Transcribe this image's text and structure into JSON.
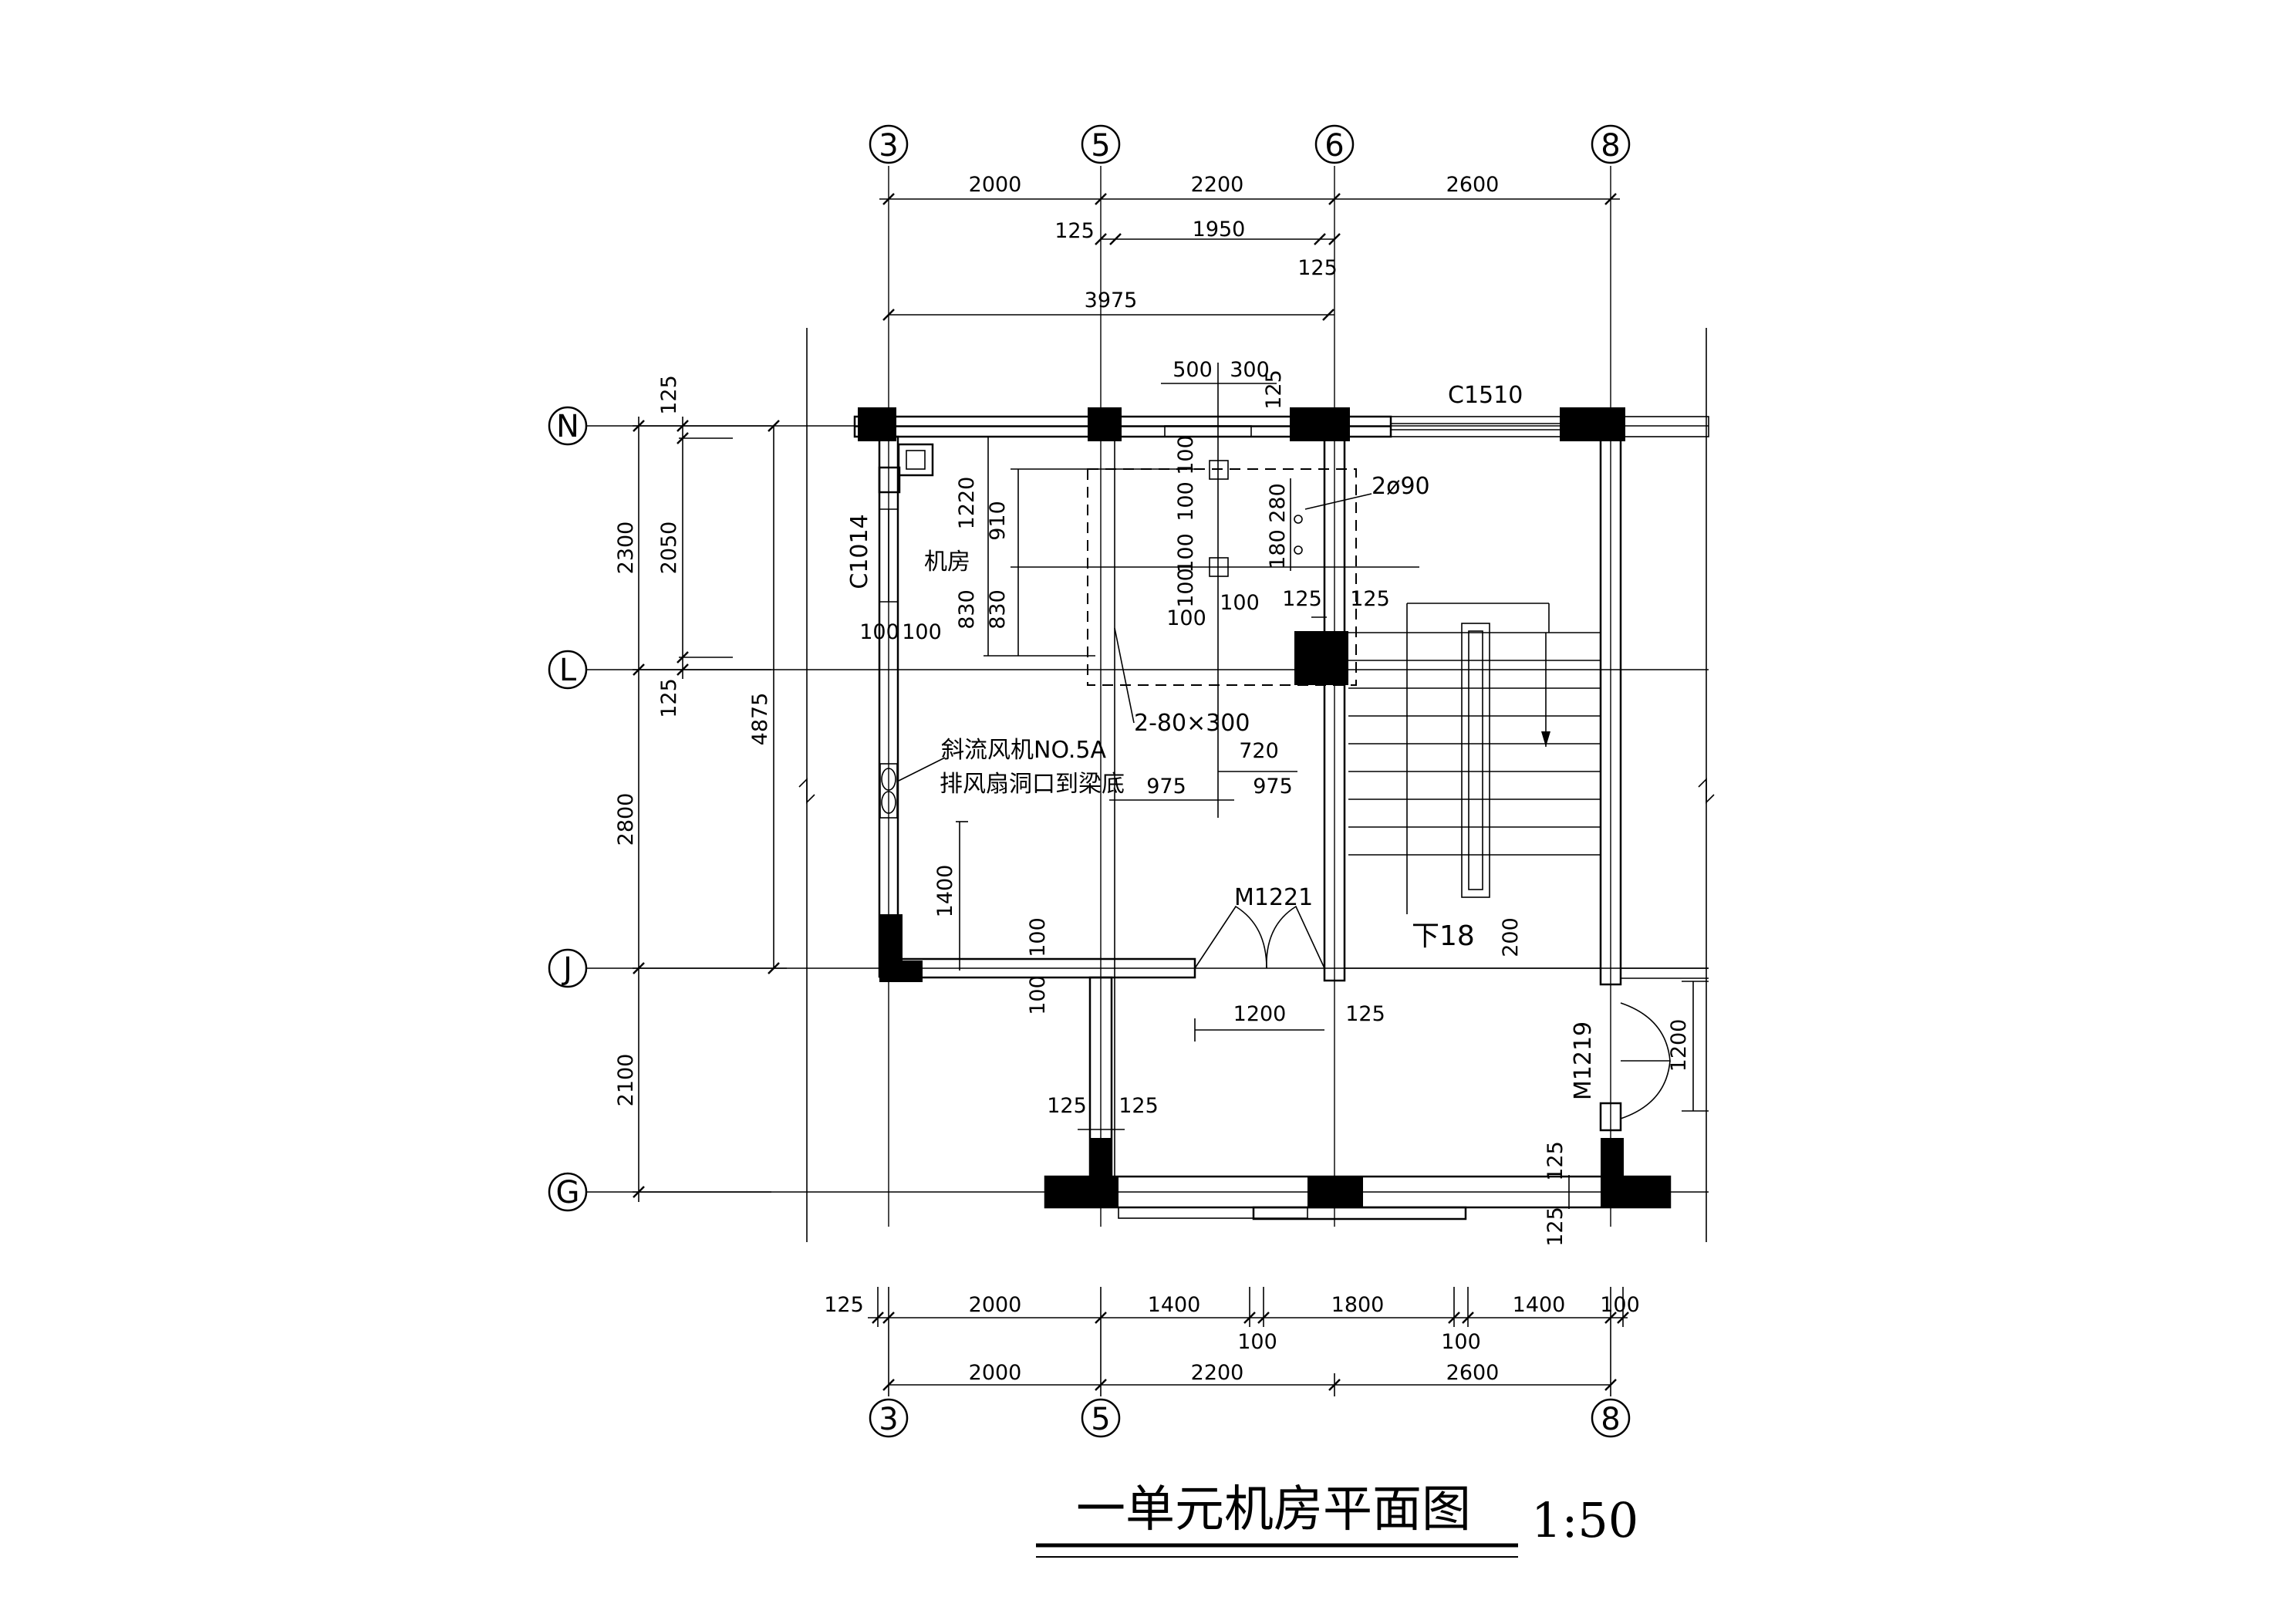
{
  "drawing": {
    "title": "一单元机房平面图",
    "scale": "1:50"
  },
  "axes": {
    "top": [
      "3",
      "5",
      "6",
      "8"
    ],
    "bottom": [
      "3",
      "5",
      "8"
    ],
    "left": [
      "N",
      "L",
      "J",
      "G"
    ]
  },
  "dims": {
    "top_row1": [
      "2000",
      "2200",
      "2600"
    ],
    "top_row2": [
      "125",
      "1950",
      "125"
    ],
    "top_row3": "3975",
    "bottom_row1": [
      "125",
      "2000",
      "1400",
      "1800",
      "1400",
      "100"
    ],
    "bottom_row2": [
      "100",
      "100"
    ],
    "bottom_row3": [
      "2000",
      "2200",
      "2600"
    ],
    "left_outer": [
      "2300",
      "2800",
      "2100"
    ],
    "left_inner": [
      "125",
      "2050",
      "125"
    ],
    "left_total": "4875",
    "interior": {
      "d500": "500",
      "d300": "300",
      "d125a": "125",
      "d1220": "1220",
      "d910": "910",
      "d830a": "830",
      "d830b": "830",
      "d100a": "100",
      "d100b": "100",
      "d100c": "100",
      "d100d": "100",
      "d100e": "100",
      "d100f": "100",
      "d100g": "100",
      "d280": "280",
      "d180": "180",
      "d125b": "125",
      "d125c": "125",
      "d720": "720",
      "d975a": "975",
      "d975b": "975",
      "d1400": "1400",
      "d100h": "100",
      "d100i": "100",
      "d100j": "100",
      "d1200a": "1200",
      "d125d": "125",
      "d125e": "125",
      "d125f": "125",
      "d200": "200",
      "d1200b": "1200",
      "d125g": "125",
      "d125h": "125"
    }
  },
  "labels": {
    "window_n": "C1510",
    "window_w": "C1014",
    "room": "机房",
    "holes": "2ø90",
    "vents": "2-80×300",
    "fan": "斜流风机NO.5A",
    "fan_note": "排风扇洞口到梁底",
    "door1": "M1221",
    "door2": "M1219",
    "stair": "下18"
  }
}
